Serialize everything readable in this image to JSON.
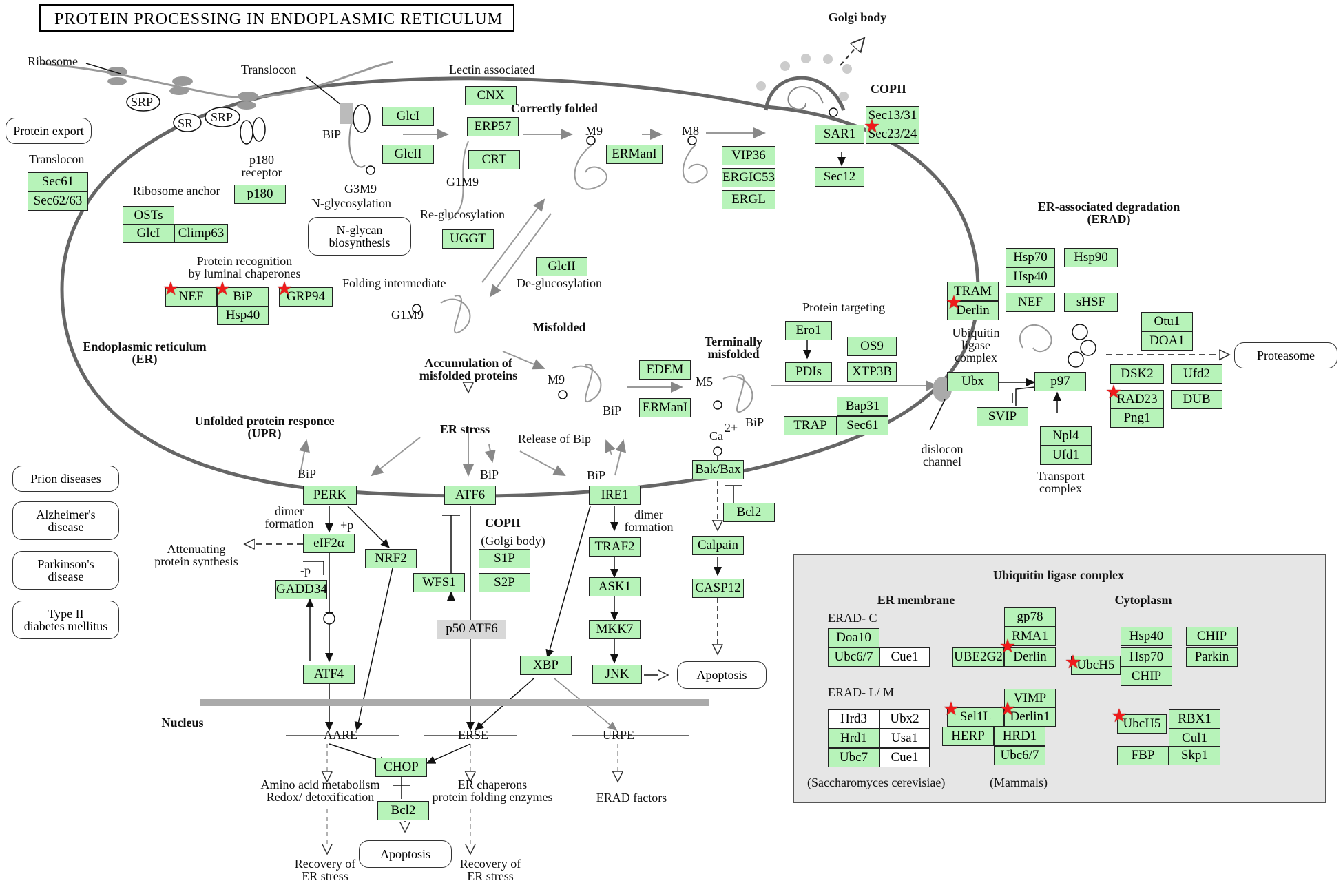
{
  "title": "PROTEIN PROCESSING IN ENDOPLASMIC RETICULUM",
  "labels": {
    "ribosome": "Ribosome",
    "translocon_top": "Translocon",
    "srp": "SRP",
    "sr": "SR",
    "srp2": "SRP",
    "bip_top": "BiP",
    "p180_receptor": "p180\nreceptor",
    "g3m9": "G3M9",
    "n_glyco": "N-glycosylation",
    "translocon_left": "Translocon",
    "ribosome_anchor": "Ribosome anchor",
    "lectin": "Lectin associated",
    "correctly_folded": "Correctly folded",
    "m9": "M9",
    "m8": "M8",
    "g1m9": "G1M9",
    "reglucosylation": "Re-glucosylation",
    "deglucosylation": "De-glucosylation",
    "folding_intermediate": "Folding intermediate",
    "g1m9_2": "G1M9",
    "protein_recognition": "Protein recognition\nby luminal chaperones",
    "er_label": "Endoplasmic reticulum\n(ER)",
    "misfolded": "Misfolded",
    "accumulation": "Accumulation of\nmisfolded proteins",
    "er_stress": "ER stress",
    "m9_2": "M9",
    "bip_mis": "BiP",
    "m5": "M5",
    "bip_m5": "BiP",
    "ca2": "Ca",
    "ca2_sup": "2+",
    "protein_targeting": "Protein targeting",
    "terminally": "Terminally\nmisfolded",
    "golgi": "Golgi body",
    "copii_top": "COPII",
    "erad": "ER-associated degradation\n(ERAD)",
    "ubiq_ligase": "Ubiquitin\nligase\ncomplex",
    "dislocon": "dislocon\nchannel",
    "transport": "Transport\ncomplex",
    "upr": "Unfolded protein responce\n(UPR)",
    "release_bip": "Release of Bip",
    "bip_perk": "BiP",
    "bip_atf6": "BiP",
    "bip_ire1": "BiP",
    "dimer1": "dimer\nformation",
    "plus_p": "+p",
    "minus_p": "-p",
    "attenuating": "Attenuating\nprotein synthesis",
    "copii_golgi": "COPII",
    "copii_golgi2": "(Golgi body)",
    "dimer2": "dimer\nformation",
    "nucleus": "Nucleus",
    "aare": "AARE",
    "erse": "ERSE",
    "urpe": "URPE",
    "amino_acid": "Amino acid  metabolism\nRedox/ detoxification",
    "er_chaperons": "ER chaperons\nprotein folding enzymes",
    "erad_factors": "ERAD factors",
    "recovery1": "Recovery of\nER stress",
    "recovery2": "Recovery of\nER stress",
    "ulc_title": "Ubiquitin ligase complex",
    "er_membrane": "ER membrane",
    "cytoplasm": "Cytoplasm",
    "erad_c": "ERAD- C",
    "erad_lm": "ERAD- L/ M",
    "sacch": "(Saccharomyces cerevisiae)",
    "mammals": "(Mammals)"
  },
  "rounded_boxes": {
    "protein_export": "Protein export",
    "n_glycan": "N-glycan\nbiosynthesis",
    "prion": "Prion diseases",
    "alzheimer": "Alzheimer's\ndisease",
    "parkinson": "Parkinson's\ndisease",
    "diabetes": "Type II\ndiabetes mellitus",
    "proteasome": "Proteasome",
    "apoptosis1": "Apoptosis",
    "apoptosis2": "Apoptosis"
  },
  "genes": {
    "sec61": "Sec61",
    "sec62": "Sec62/63",
    "p180": "p180",
    "osts": "OSTs",
    "glci_a": "GlcI",
    "climp63": "Climp63",
    "glci": "GlcI",
    "glcii": "GlcII",
    "cnx": "CNX",
    "erp57": "ERP57",
    "crt": "CRT",
    "ermani": "ERManI",
    "uggt": "UGGT",
    "glcii_2": "GlcII",
    "vip36": "VIP36",
    "ergic53": "ERGIC53",
    "ergl": "ERGL",
    "sar1": "SAR1",
    "sec1331": "Sec13/31",
    "sec2324": "Sec23/24",
    "sec12": "Sec12",
    "nef": "NEF",
    "bip": "BiP",
    "grp94": "GRP94",
    "hsp40": "Hsp40",
    "edem": "EDEM",
    "ermani_2": "ERManI",
    "ero1": "Ero1",
    "pdis": "PDIs",
    "os9": "OS9",
    "xtp3b": "XTP3B",
    "bap31": "Bap31",
    "trap": "TRAP",
    "sec61_2": "Sec61",
    "hsp70": "Hsp70",
    "hsp90": "Hsp90",
    "hsp40_2": "Hsp40",
    "tram": "TRAM",
    "derlin": "Derlin",
    "nef_2": "NEF",
    "shsf": "sHSF",
    "ubx": "Ubx",
    "p97": "p97",
    "svip": "SVIP",
    "npl4": "Npl4",
    "ufd1": "Ufd1",
    "otu1": "Otu1",
    "doa1": "DOA1",
    "dsk2": "DSK2",
    "ufd2": "Ufd2",
    "rad23": "RAD23",
    "dub": "DUB",
    "png1": "Png1",
    "perk": "PERK",
    "atf6": "ATF6",
    "ire1": "IRE1",
    "bakbax": "Bak/Bax",
    "eif2a": "eIF2α",
    "nrf2": "NRF2",
    "gadd34": "GADD34",
    "atf4": "ATF4",
    "wfs1": "WFS1",
    "s1p": "S1P",
    "s2p": "S2P",
    "p50atf6": "p50 ATF6",
    "traf2": "TRAF2",
    "ask1": "ASK1",
    "mkk7": "MKK7",
    "jnk": "JNK",
    "xbp": "XBP",
    "bcl2": "Bcl2",
    "calpain": "Calpain",
    "casp12": "CASP12",
    "chop": "CHOP",
    "bcl2_2": "Bcl2",
    "doa10": "Doa10",
    "ubc67": "Ubc6/7",
    "cue1": "Cue1",
    "gp78": "gp78",
    "rma1": "RMA1",
    "ube2g2": "UBE2G2",
    "derlin_2": "Derlin",
    "hsp40_3": "Hsp40",
    "chip": "CHIP",
    "ubch5": "UbcH5",
    "hsp70_2": "Hsp70",
    "chip_2": "CHIP",
    "parkin": "Parkin",
    "hrd3": "Hrd3",
    "ubx2": "Ubx2",
    "hrd1": "Hrd1",
    "usa1": "Usa1",
    "ubc7": "Ubc7",
    "cue1_2": "Cue1",
    "vimp": "VIMP",
    "sel1l": "Sel1L",
    "derlin1": "Derlin1",
    "herp": "HERP",
    "hrd1_2": "HRD1",
    "ubc67_2": "Ubc6/7",
    "ubch5_2": "UbcH5",
    "rbx1": "RBX1",
    "cul1": "Cul1",
    "fbp": "FBP",
    "skp1": "Skp1"
  },
  "colors": {
    "gene_fill": "#b7f3b9",
    "star": "#ee1b1b",
    "panel": "#e6e6e6",
    "membrane": "#666666"
  },
  "star_symbol": "★"
}
